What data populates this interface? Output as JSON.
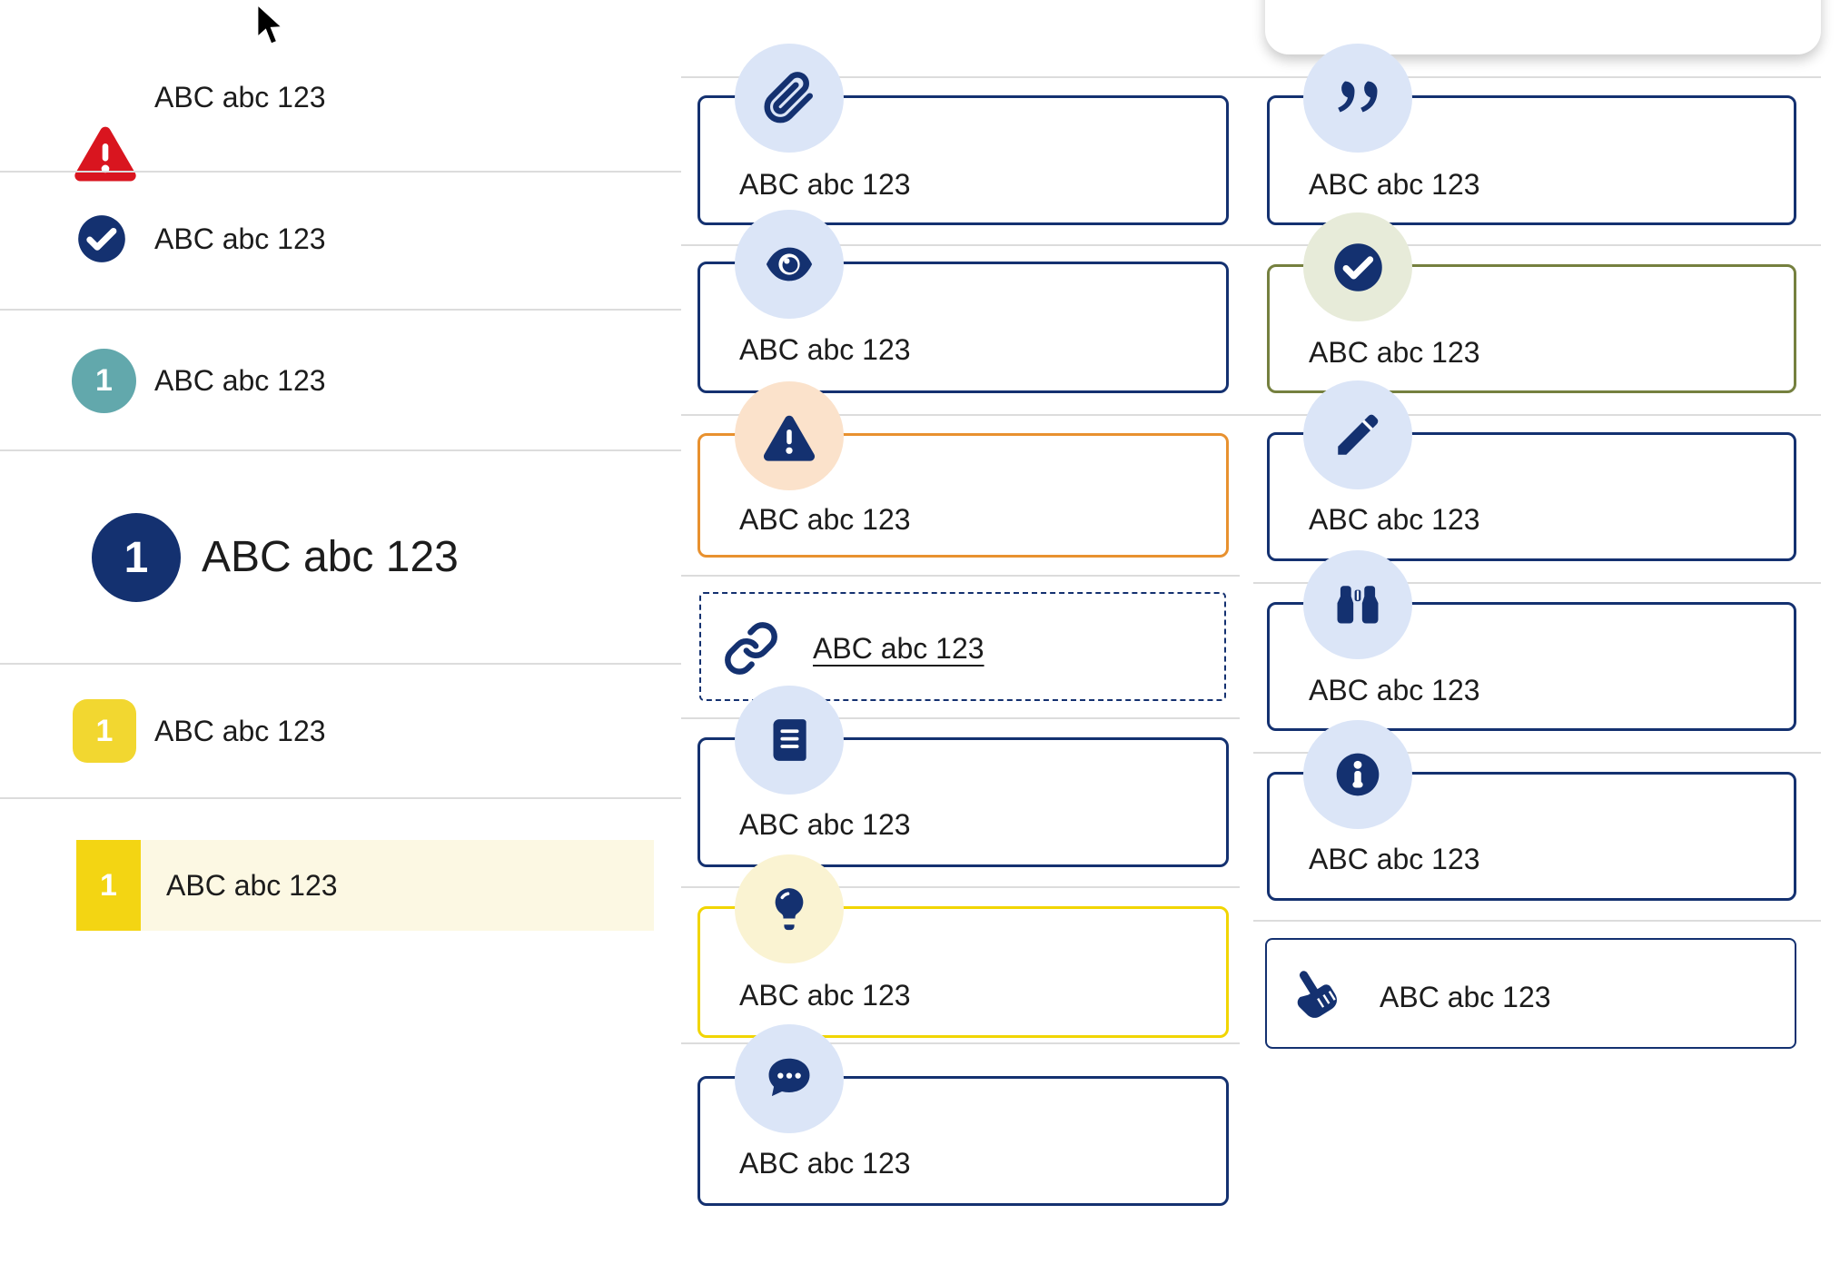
{
  "palette": {
    "navy": "#143170",
    "light_blue_circle": "#dbe5f7",
    "peach_circle": "#fbe2cb",
    "pale_yellow_circle": "#faf3d2",
    "pale_green_circle": "#e7ebd9",
    "orange_border": "#e8912f",
    "yellow_border": "#f1d500",
    "olive_border": "#75803f",
    "teal_badge": "#62a8ac",
    "yellow_badge": "#f2d730",
    "highlight_row": "#fcf8e3",
    "red_warning": "#d9151f",
    "text": "#1c1c1c",
    "divider": "#dcdcdc"
  },
  "left_list": {
    "items": [
      {
        "icon": "warning-triangle-icon",
        "label": "ABC abc 123"
      },
      {
        "icon": "check-circle-icon",
        "label": "ABC abc 123"
      },
      {
        "icon": "teal-number-badge",
        "number": "1",
        "label": "ABC abc 123"
      },
      {
        "icon": "large-navy-number-badge",
        "number": "1",
        "label": "ABC abc 123"
      },
      {
        "icon": "yellow-number-badge",
        "number": "1",
        "label": "ABC abc 123"
      },
      {
        "icon": "yellow-number-badge",
        "number": "1",
        "label": "ABC abc 123",
        "highlighted": true
      }
    ]
  },
  "middle_column": {
    "boxes": [
      {
        "icon": "paperclip-icon",
        "label": "ABC abc 123",
        "variant": "navy"
      },
      {
        "icon": "eye-icon",
        "label": "ABC abc 123",
        "variant": "navy"
      },
      {
        "icon": "warning-triangle-icon",
        "label": "ABC abc 123",
        "variant": "orange"
      },
      {
        "icon": "link-icon",
        "label": "ABC abc 123",
        "variant": "dashed-link"
      },
      {
        "icon": "book-icon",
        "label": "ABC abc 123",
        "variant": "navy"
      },
      {
        "icon": "lightbulb-icon",
        "label": "ABC abc 123",
        "variant": "yellow"
      },
      {
        "icon": "chat-icon",
        "label": "ABC abc 123",
        "variant": "navy"
      }
    ]
  },
  "right_column": {
    "boxes": [
      {
        "icon": "quote-icon",
        "label": "ABC abc 123",
        "variant": "navy"
      },
      {
        "icon": "check-circle-icon",
        "label": "ABC abc 123",
        "variant": "green"
      },
      {
        "icon": "pencil-icon",
        "label": "ABC abc 123",
        "variant": "navy"
      },
      {
        "icon": "binoculars-icon",
        "label": "ABC abc 123",
        "variant": "navy"
      },
      {
        "icon": "info-icon",
        "label": "ABC abc 123",
        "variant": "navy"
      },
      {
        "icon": "hand-pointer-icon",
        "label": "ABC abc 123",
        "variant": "navy-inline"
      }
    ]
  }
}
